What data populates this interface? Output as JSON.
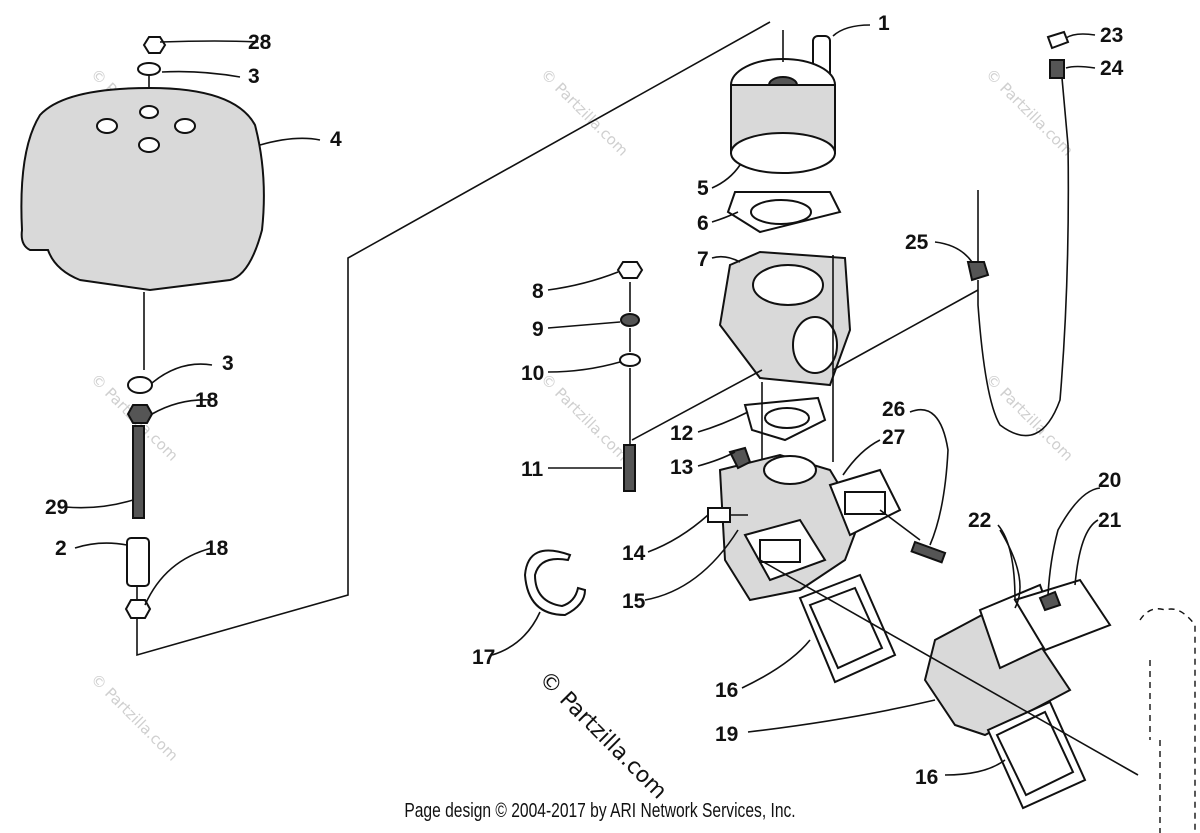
{
  "callouts": [
    {
      "n": "1"
    },
    {
      "n": "2"
    },
    {
      "n": "3"
    },
    {
      "n": "3"
    },
    {
      "n": "4"
    },
    {
      "n": "5"
    },
    {
      "n": "6"
    },
    {
      "n": "7"
    },
    {
      "n": "8"
    },
    {
      "n": "9"
    },
    {
      "n": "10"
    },
    {
      "n": "11"
    },
    {
      "n": "12"
    },
    {
      "n": "13"
    },
    {
      "n": "14"
    },
    {
      "n": "15"
    },
    {
      "n": "16"
    },
    {
      "n": "16"
    },
    {
      "n": "17"
    },
    {
      "n": "18"
    },
    {
      "n": "18"
    },
    {
      "n": "19"
    },
    {
      "n": "20"
    },
    {
      "n": "21"
    },
    {
      "n": "22"
    },
    {
      "n": "23"
    },
    {
      "n": "24"
    },
    {
      "n": "25"
    },
    {
      "n": "26"
    },
    {
      "n": "27"
    },
    {
      "n": "28"
    },
    {
      "n": "29"
    }
  ],
  "watermark": {
    "text": "© Partzilla.com"
  },
  "footer": {
    "text": "Page design © 2004-2017 by ARI Network Services, Inc."
  }
}
